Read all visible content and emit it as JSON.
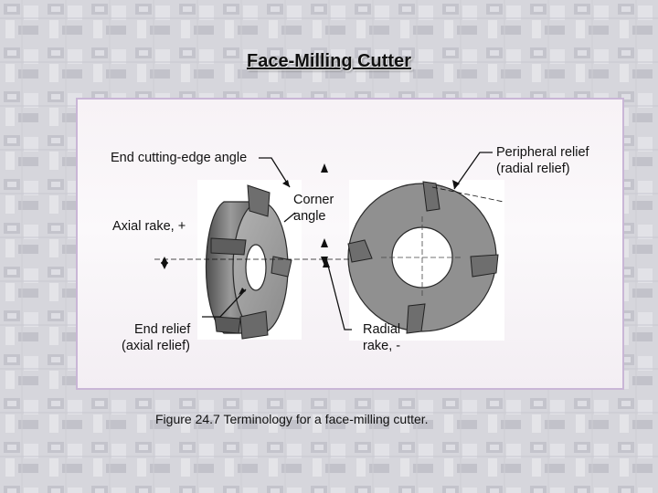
{
  "slide": {
    "title": "Face-Milling Cutter",
    "caption": "Figure 24.7  Terminology for a face-milling cutter."
  },
  "diagram": {
    "labels": {
      "end_cutting_edge_angle": "End cutting-edge angle",
      "corner_angle_line1": "Corner",
      "corner_angle_line2": "angle",
      "axial_rake": "Axial rake, +",
      "end_relief_line1": "End relief",
      "end_relief_line2": "(axial relief)",
      "peripheral_relief_line1": "Peripheral relief",
      "peripheral_relief_line2": "(radial relief)",
      "radial_rake_line1": "Radial",
      "radial_rake_line2": "rake, -"
    }
  },
  "colors": {
    "panel_border": "#c9b6d6",
    "cutter_body": "#8f8f8f",
    "insert": "#6e6e6e"
  }
}
